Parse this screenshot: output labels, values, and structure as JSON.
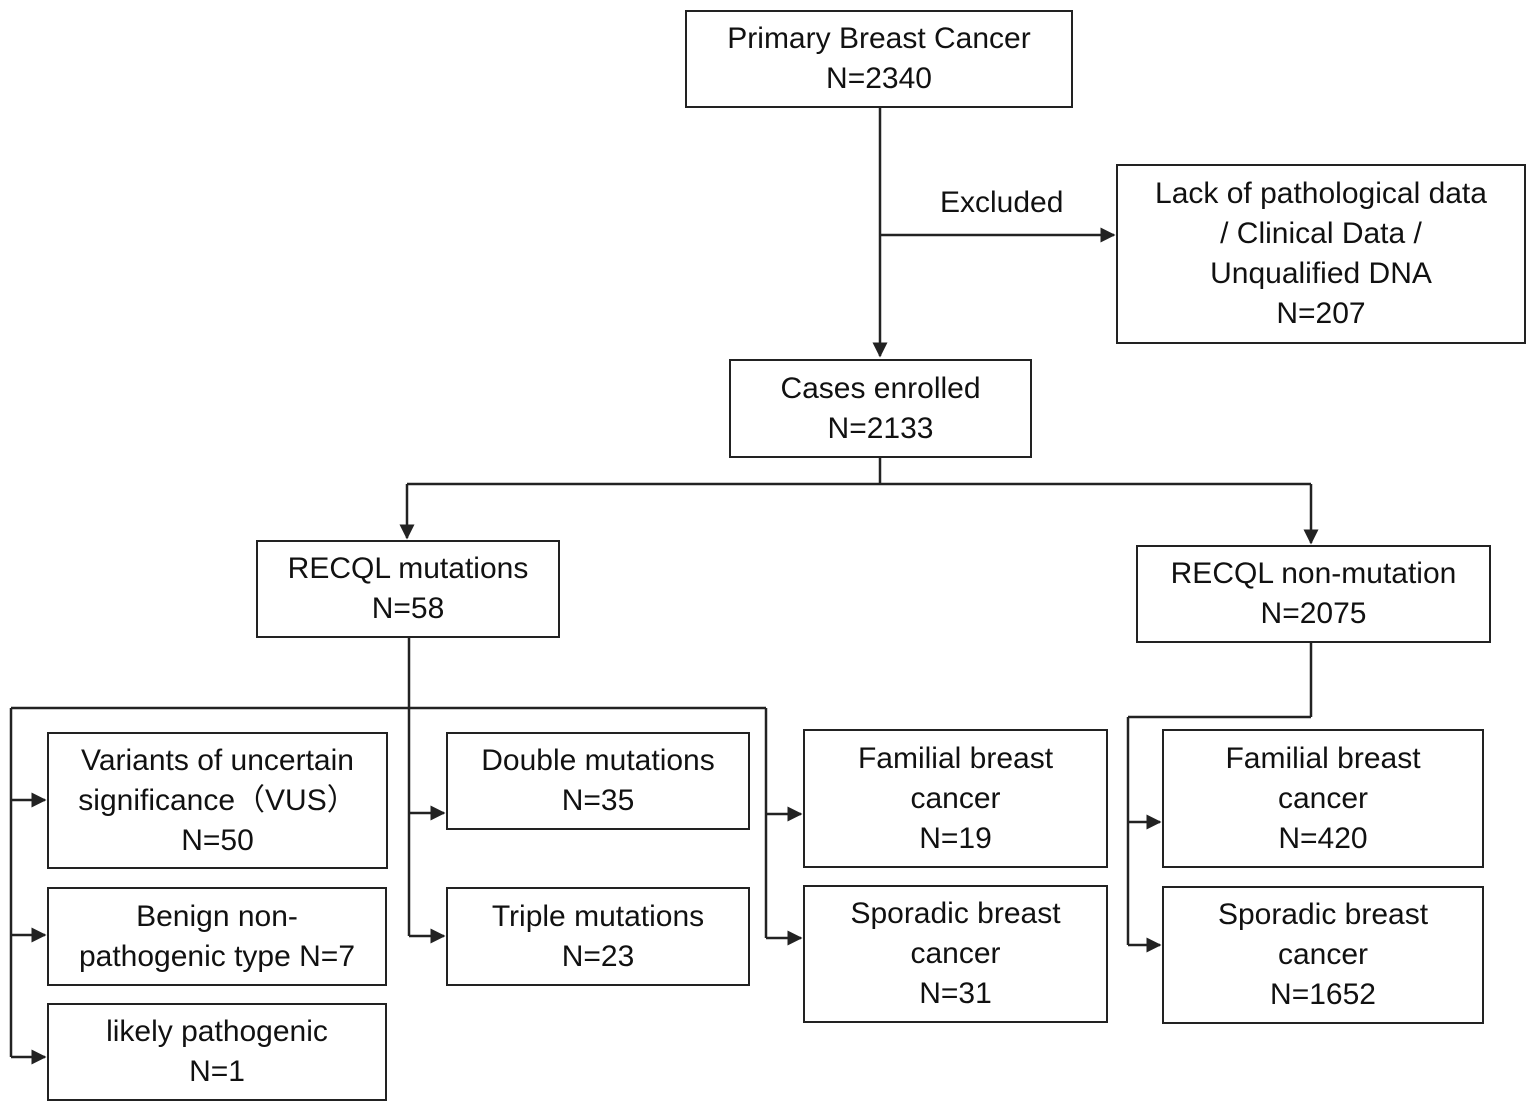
{
  "nodes": {
    "primary": {
      "lines": [
        "Primary Breast Cancer",
        "N=2340"
      ]
    },
    "excluded_box": {
      "lines": [
        "Lack of pathological data",
        "/ Clinical Data /",
        "Unqualified DNA",
        "N=207"
      ]
    },
    "enrolled": {
      "lines": [
        "Cases enrolled",
        "N=2133"
      ]
    },
    "recql_mut": {
      "lines": [
        "RECQL mutations",
        "N=58"
      ]
    },
    "recql_nonmut": {
      "lines": [
        "RECQL non-mutation",
        "N=2075"
      ]
    },
    "vus": {
      "lines": [
        "Variants of uncertain",
        "significance（VUS）",
        "N=50"
      ]
    },
    "benign": {
      "lines": [
        "Benign non-",
        "pathogenic type N=7"
      ]
    },
    "likely_path": {
      "lines": [
        "likely pathogenic",
        "N=1"
      ]
    },
    "double_mut": {
      "lines": [
        "Double mutations",
        "N=35"
      ]
    },
    "triple_mut": {
      "lines": [
        "Triple mutations",
        "N=23"
      ]
    },
    "fam_mut": {
      "lines": [
        "Familial breast",
        "cancer",
        "N=19"
      ]
    },
    "spor_mut": {
      "lines": [
        "Sporadic breast",
        "cancer",
        "N=31"
      ]
    },
    "fam_non": {
      "lines": [
        "Familial breast",
        "cancer",
        "N=420"
      ]
    },
    "spor_non": {
      "lines": [
        "Sporadic breast",
        "cancer",
        "N=1652"
      ]
    }
  },
  "edge_labels": {
    "excluded": "Excluded"
  }
}
